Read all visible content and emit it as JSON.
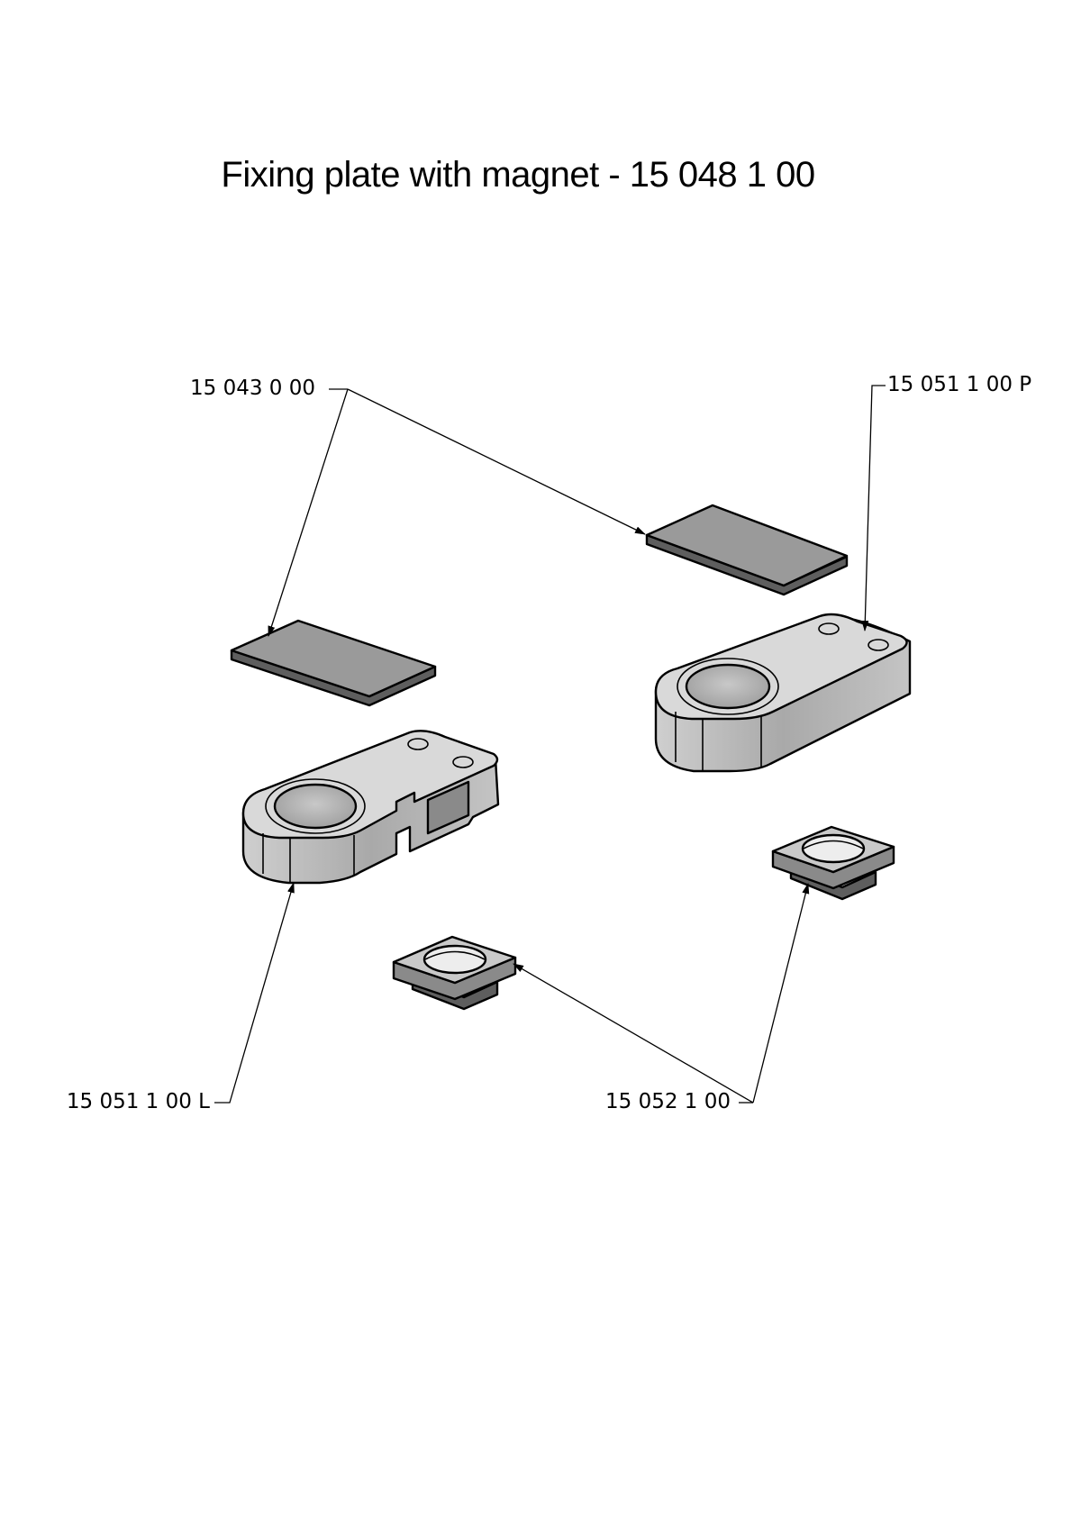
{
  "title": "Fixing plate with magnet - 15 048 1 00",
  "parts": {
    "magnet": {
      "part_number": "15 043 0 00"
    },
    "plate_right": {
      "part_number": "15 051 1 00 P"
    },
    "plate_left": {
      "part_number": "15 051 1 00 L"
    },
    "cap": {
      "part_number": "15 052 1 00"
    }
  },
  "colors": {
    "magnet_top": "#9a9a9a",
    "magnet_side": "#5e5e5e",
    "plastic_top": "#d9d9d9",
    "plastic_side": "#b8b8b8",
    "plastic_dark": "#8a8a8a",
    "line": "#000000"
  }
}
